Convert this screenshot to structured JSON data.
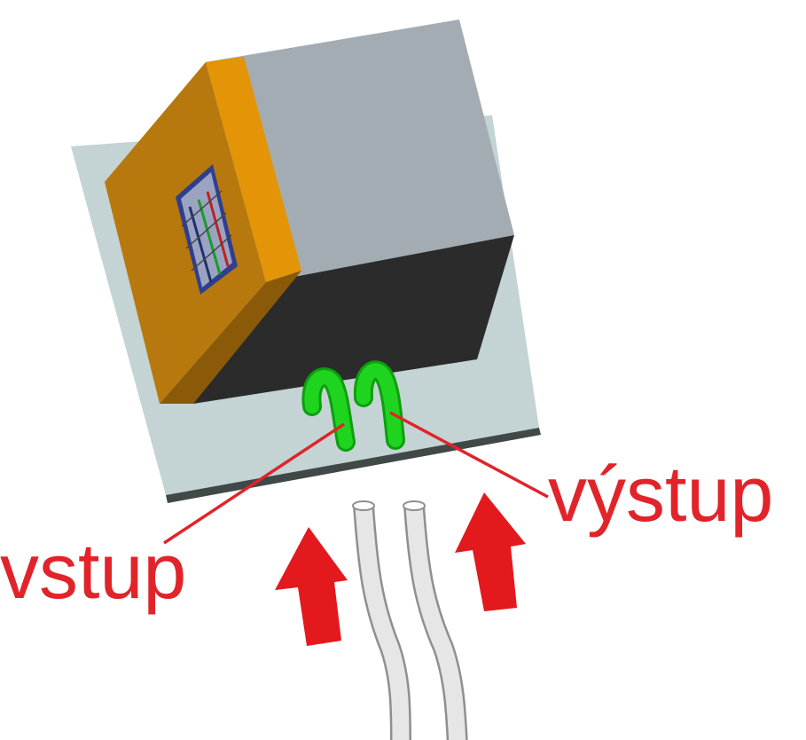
{
  "labels": {
    "inlet": "vstup",
    "outlet": "výstup"
  },
  "colors": {
    "label": "#e0242a",
    "arrow": "#e3191e",
    "plate_top": "#c4d3d3",
    "plate_edge": "#404848",
    "box_top": "#a3acb3",
    "box_side": "#2b2b2b",
    "box_front": "#b7790d",
    "box_band": "#e39407",
    "connector": "#1ed41e",
    "hose": "#d8d8d8"
  },
  "icons": {
    "flow_arrow": "up-arrow",
    "chip": "pin-grid"
  }
}
